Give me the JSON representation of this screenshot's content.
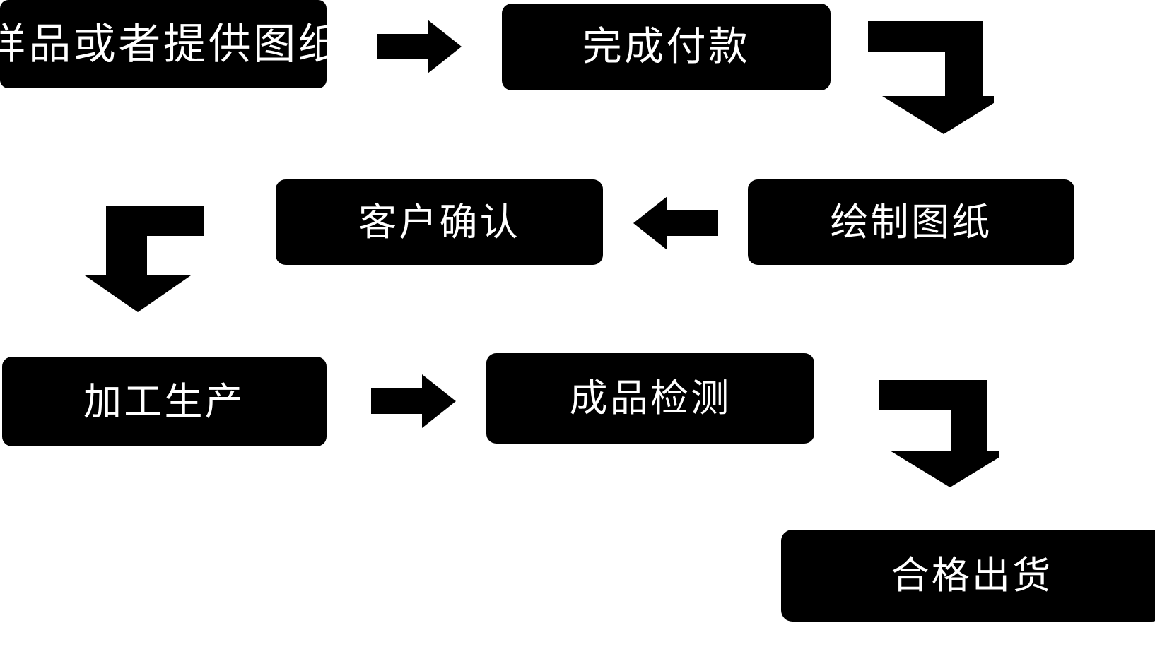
{
  "diagram": {
    "title": "",
    "background_color": "#ffffff",
    "node_fill_color": "#000000",
    "node_text_color": "#ffffff",
    "arrow_color": "#000000",
    "nodes": [
      {
        "id": "sample",
        "label": "样品或者提供图纸"
      },
      {
        "id": "payment",
        "label": "完成付款"
      },
      {
        "id": "drawing",
        "label": "绘制图纸"
      },
      {
        "id": "confirm",
        "label": "客户确认"
      },
      {
        "id": "production",
        "label": "加工生产"
      },
      {
        "id": "inspection",
        "label": "成品检测"
      },
      {
        "id": "shipping",
        "label": "合格出货"
      }
    ],
    "connectors": [
      {
        "id": "sample-to-payment",
        "from": "sample",
        "to": "payment",
        "shape": "straight",
        "direction": "right",
        "icon": "arrow-right-icon"
      },
      {
        "id": "payment-to-drawing",
        "from": "payment",
        "to": "drawing",
        "shape": "elbow",
        "direction": "right-then-down",
        "icon": "arrow-elbow-right-down-icon"
      },
      {
        "id": "drawing-to-confirm",
        "from": "drawing",
        "to": "confirm",
        "shape": "straight",
        "direction": "left",
        "icon": "arrow-left-icon"
      },
      {
        "id": "confirm-to-production",
        "from": "confirm",
        "to": "production",
        "shape": "elbow",
        "direction": "left-then-down",
        "icon": "arrow-elbow-left-down-icon"
      },
      {
        "id": "production-to-inspection",
        "from": "production",
        "to": "inspection",
        "shape": "straight",
        "direction": "right",
        "icon": "arrow-right-icon"
      },
      {
        "id": "inspection-to-shipping",
        "from": "inspection",
        "to": "shipping",
        "shape": "elbow",
        "direction": "right-then-down",
        "icon": "arrow-elbow-right-down-icon"
      }
    ]
  }
}
